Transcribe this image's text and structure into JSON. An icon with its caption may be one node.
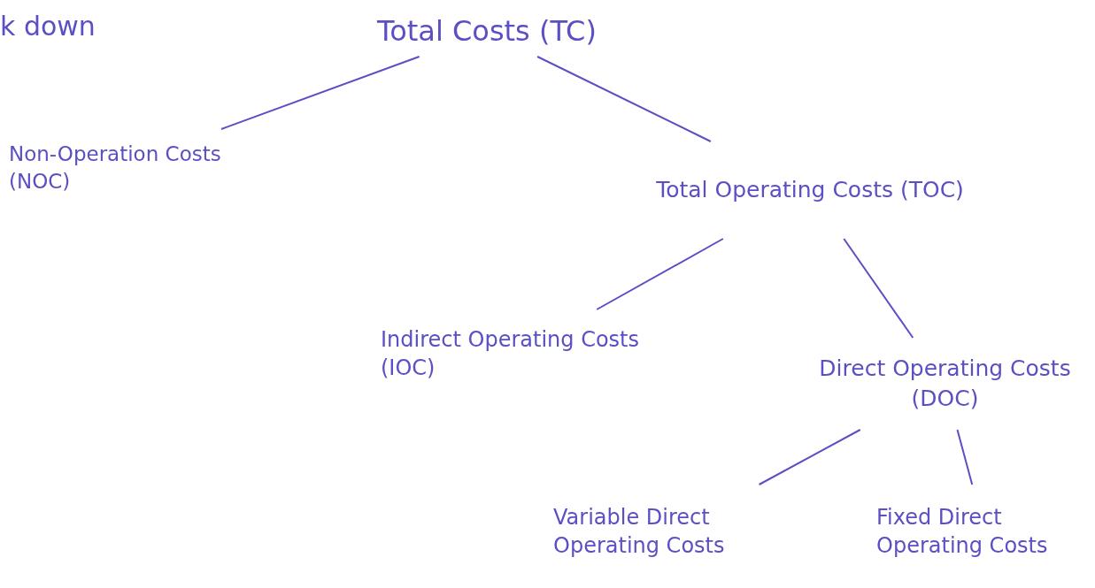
{
  "diagram": {
    "nodes": [
      {
        "text": [
          "Total Costs (TC)"
        ]
      },
      {
        "text": [
          "Non-Operation Costs (NOC)"
        ]
      },
      {
        "text": [
          "Total Operating Costs (TOC)"
        ]
      },
      {
        "text": [
          "Indirect Operating Costs (IOC)"
        ]
      },
      {
        "text": [
          "Direct Operating Costs (DOC)"
        ]
      },
      {
        "text": [
          "Variable Direct Operating Costs"
        ]
      },
      {
        "text": [
          "Fixed Direct Operating Costs"
        ]
      }
    ],
    "edges": [
      {
        "from": 0,
        "to": 1,
        "arrow": "none"
      },
      {
        "from": 0,
        "to": 2,
        "arrow": "none"
      },
      {
        "from": 2,
        "to": 3,
        "arrow": "none"
      },
      {
        "from": 2,
        "to": 4,
        "arrow": "none"
      },
      {
        "from": 4,
        "to": 5,
        "arrow": "none"
      },
      {
        "from": 4,
        "to": 6,
        "arrow": "none"
      }
    ],
    "labels": [
      "k down"
    ]
  }
}
